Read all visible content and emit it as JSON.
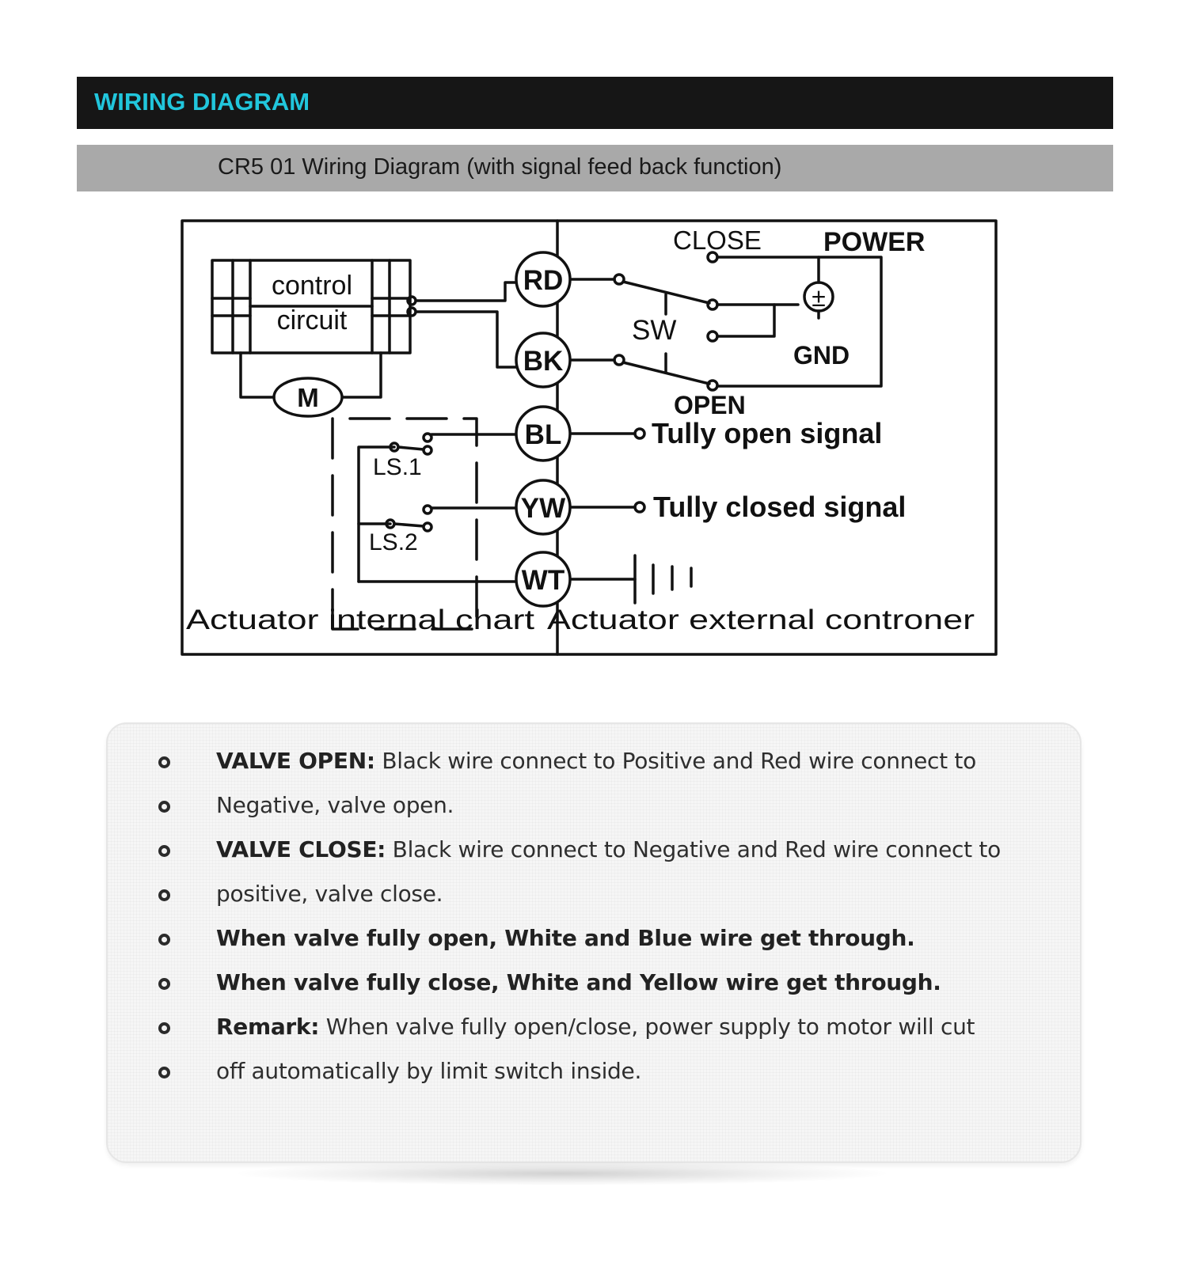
{
  "header": {
    "title": "WIRING DIAGRAM"
  },
  "subheader": {
    "title": "CR5 01 Wiring Diagram (with signal feed back function)"
  },
  "diagram": {
    "control_circuit": [
      "control",
      "circuit"
    ],
    "motor": "M",
    "wires": [
      "RD",
      "BK",
      "BL",
      "YW",
      "WT"
    ],
    "limit_switches": [
      "LS.1",
      "LS.2"
    ],
    "switch": "SW",
    "labels": {
      "close": "CLOSE",
      "power": "POWER",
      "gnd": "GND",
      "open": "OPEN",
      "power_symbol": "±",
      "open_signal": "Tully open signal",
      "closed_signal": "Tully closed signal",
      "internal": "Actuator internal chart",
      "external": "Actuator external controner"
    }
  },
  "notes": [
    {
      "bold": "VALVE OPEN:",
      "text": " Black wire connect to Positive and Red wire connect to"
    },
    {
      "bold": "",
      "text": "Negative, valve open."
    },
    {
      "bold": "VALVE CLOSE:",
      "text": " Black wire connect to Negative and Red wire connect to"
    },
    {
      "bold": "",
      "text": "positive, valve close."
    },
    {
      "bold": "When valve fully open, White and Blue wire get through.",
      "text": ""
    },
    {
      "bold": "When valve fully close, White and Yellow wire get through.",
      "text": ""
    },
    {
      "bold": "Remark:",
      "text": " When valve fully open/close, power supply to motor will cut"
    },
    {
      "bold": "",
      "text": "off automatically by limit switch inside."
    }
  ]
}
